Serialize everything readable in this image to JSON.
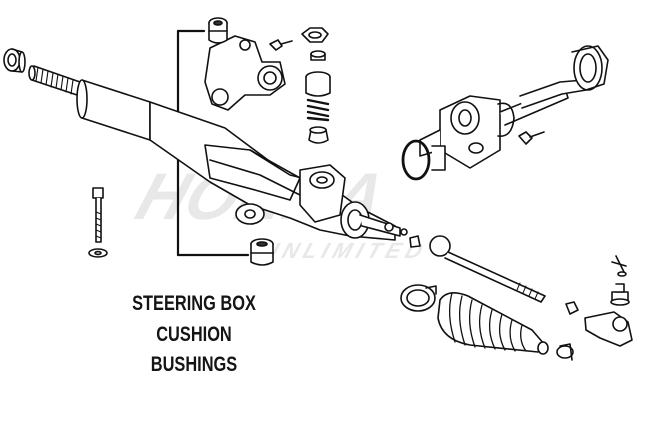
{
  "callout": {
    "line1": "STEERING BOX",
    "line2": "CUSHION",
    "line3": "BUSHINGS"
  },
  "watermark": {
    "primary": "HONDA",
    "secondary": "UNLIMITED"
  },
  "colors": {
    "line": "#111111",
    "text": "#151515",
    "watermark": "#d6d6d6"
  }
}
